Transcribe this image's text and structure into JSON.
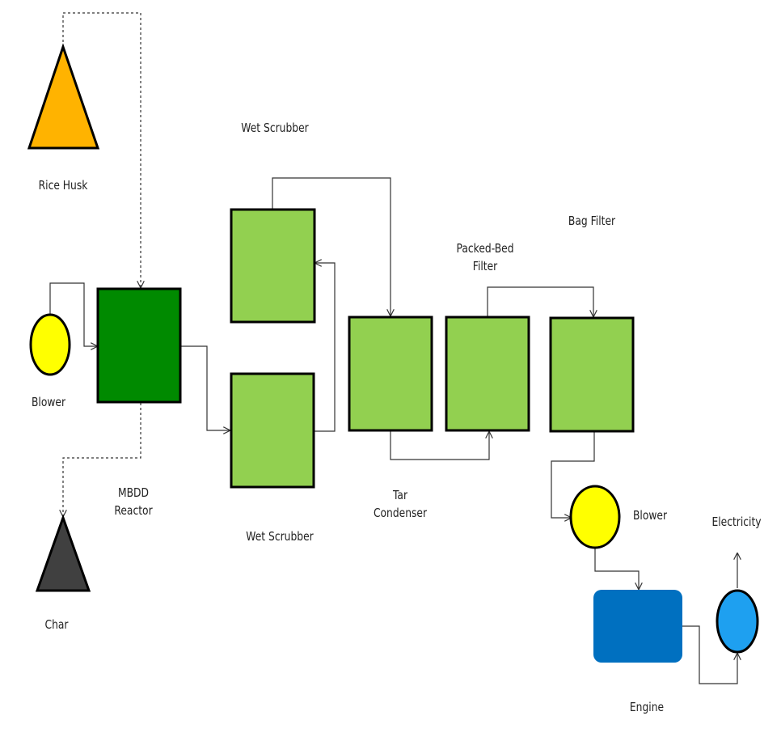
{
  "labels": {
    "rice_husk": "Rice Husk",
    "blower_left": "Blower",
    "mbdd_line1": "MBDD",
    "mbdd_line2": "Reactor",
    "char": "Char",
    "wet_scrubber_top": "Wet Scrubber",
    "wet_scrubber_bottom": "Wet Scrubber",
    "tar_line1": "Tar",
    "tar_line2": "Condenser",
    "packed_line1": "Packed-Bed",
    "packed_line2": "Filter",
    "bag_filter": "Bag Filter",
    "blower_right": "Blower",
    "electricity": "Electricity",
    "engine": "Engine"
  },
  "colors": {
    "rice_husk": "#FFB300",
    "blower": "#FFFF00",
    "reactor": "#008A00",
    "unit_box": "#92D050",
    "char": "#404040",
    "engine": "#0070C0",
    "generator": "#1EA0F0",
    "stroke": "#000000",
    "line": "#333333"
  }
}
